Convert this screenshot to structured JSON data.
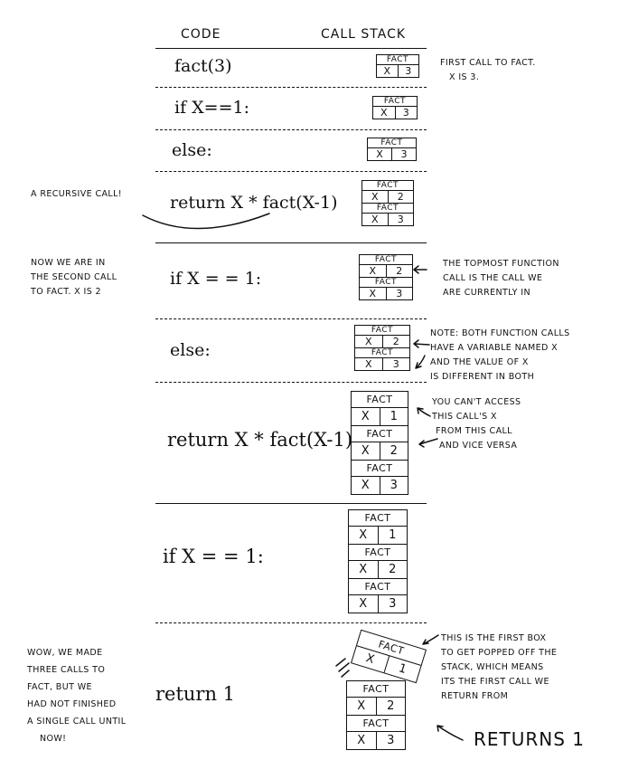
{
  "headers": {
    "code": "CODE",
    "call_stack": "CALL STACK"
  },
  "frame_labels": {
    "name": "FACT",
    "var": "X"
  },
  "steps": [
    {
      "code": "fact(3)",
      "stack": [
        "3"
      ]
    },
    {
      "code": "if X==1:",
      "stack": [
        "3"
      ]
    },
    {
      "code": "else:",
      "stack": [
        "3"
      ]
    },
    {
      "code": "return X * fact(X-1)",
      "stack": [
        "2",
        "3"
      ]
    },
    {
      "code": "if X = = 1:",
      "stack": [
        "2",
        "3"
      ]
    },
    {
      "code": "else:",
      "stack": [
        "2",
        "3"
      ]
    },
    {
      "code": "return X * fact(X-1)",
      "stack": [
        "1",
        "2",
        "3"
      ]
    },
    {
      "code": "if X = = 1:",
      "stack": [
        "1",
        "2",
        "3"
      ]
    },
    {
      "code": "return 1",
      "stack": [
        "1",
        "2",
        "3"
      ]
    }
  ],
  "notes": {
    "first_call": [
      "FIRST CALL TO fact.",
      "X IS 3."
    ],
    "recursive_call": "A RECURSIVE CALL!",
    "second_call": [
      "NOW WE ARE IN",
      "THE SECOND CALL",
      "TO fact. X IS 2"
    ],
    "topmost": [
      "THE TOPMOST FUNCTION",
      "CALL IS THE CALL WE",
      "ARE CURRENTLY IN"
    ],
    "both_calls": [
      "NOTE: BOTH FUNCTION CALLS",
      "HAVE A VARIABLE NAMED X",
      "AND THE VALUE OF X",
      "IS DIFFERENT IN BOTH"
    ],
    "cant_access": [
      "YOU CAN'T ACCESS",
      "THIS CALL'S X",
      "FROM THIS CALL",
      "AND VICE VERSA"
    ],
    "first_popped": [
      "THIS IS THE FIRST BOX",
      "TO GET POPPED OFF THE",
      "STACK, WHICH MEANS",
      "ITS THE FIRST CALL WE",
      "RETURN FROM"
    ],
    "three_calls": [
      "WOW, WE MADE",
      "THREE CALLS TO",
      "fact, BUT WE",
      "HAD NOT FINISHED",
      "A SINGLE CALL UNTIL",
      "NOW!"
    ],
    "returns": "RETURNS 1"
  }
}
